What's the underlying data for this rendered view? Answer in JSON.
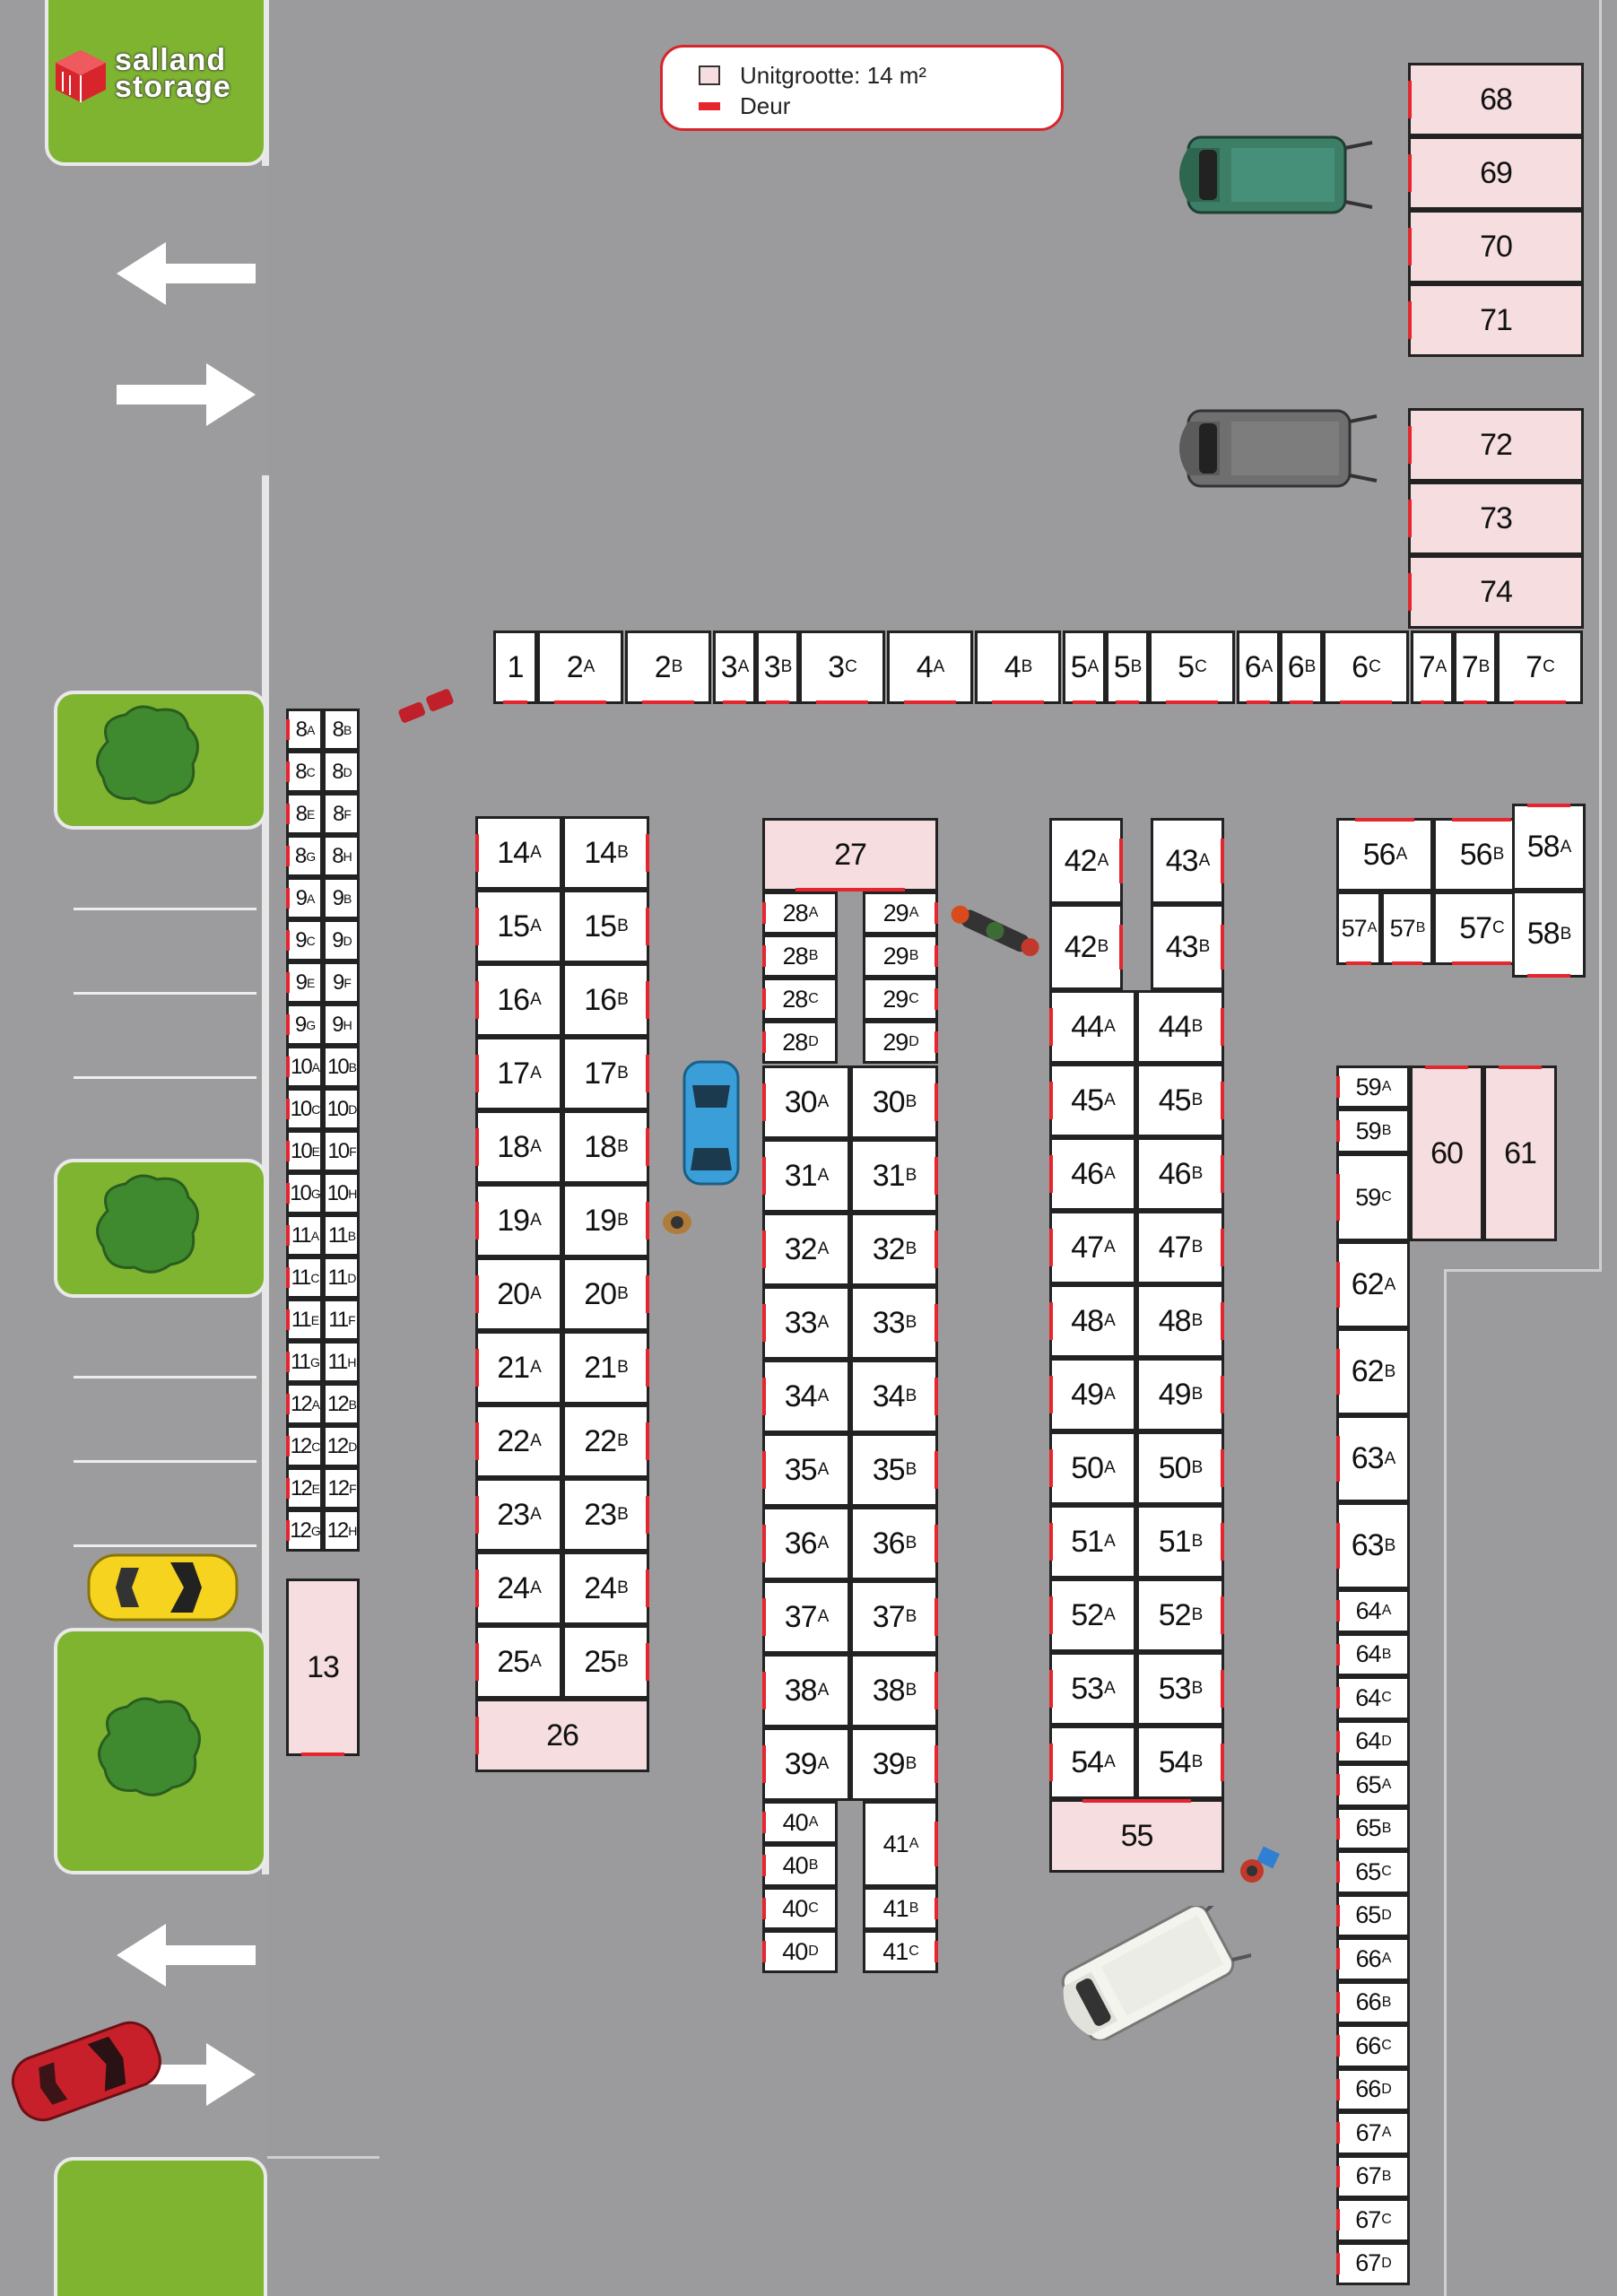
{
  "brand": {
    "logo_text": "salland storage"
  },
  "legend": {
    "unit_size_label": "Unitgrootte: 14 m²",
    "door_label": "Deur",
    "unit_color": "#f5dde0",
    "door_color": "#e6262f"
  },
  "units": [
    {
      "n": "1"
    },
    {
      "n": "2",
      "s": "A"
    },
    {
      "n": "2",
      "s": "B"
    },
    {
      "n": "3",
      "s": "A"
    },
    {
      "n": "3",
      "s": "B"
    },
    {
      "n": "3",
      "s": "C"
    },
    {
      "n": "4",
      "s": "A"
    },
    {
      "n": "4",
      "s": "B"
    },
    {
      "n": "5",
      "s": "A"
    },
    {
      "n": "5",
      "s": "B"
    },
    {
      "n": "5",
      "s": "C"
    },
    {
      "n": "6",
      "s": "A"
    },
    {
      "n": "6",
      "s": "B"
    },
    {
      "n": "6",
      "s": "C"
    },
    {
      "n": "7",
      "s": "A"
    },
    {
      "n": "7",
      "s": "B"
    },
    {
      "n": "7",
      "s": "C"
    },
    {
      "n": "8",
      "s": "A"
    },
    {
      "n": "8",
      "s": "B"
    },
    {
      "n": "8",
      "s": "C"
    },
    {
      "n": "8",
      "s": "D"
    },
    {
      "n": "8",
      "s": "E"
    },
    {
      "n": "8",
      "s": "F"
    },
    {
      "n": "8",
      "s": "G"
    },
    {
      "n": "8",
      "s": "H"
    },
    {
      "n": "9",
      "s": "A"
    },
    {
      "n": "9",
      "s": "B"
    },
    {
      "n": "9",
      "s": "C"
    },
    {
      "n": "9",
      "s": "D"
    },
    {
      "n": "9",
      "s": "E"
    },
    {
      "n": "9",
      "s": "F"
    },
    {
      "n": "9",
      "s": "G"
    },
    {
      "n": "9",
      "s": "H"
    },
    {
      "n": "10",
      "s": "A"
    },
    {
      "n": "10",
      "s": "B"
    },
    {
      "n": "10",
      "s": "C"
    },
    {
      "n": "10",
      "s": "D"
    },
    {
      "n": "10",
      "s": "E"
    },
    {
      "n": "10",
      "s": "F"
    },
    {
      "n": "10",
      "s": "G"
    },
    {
      "n": "10",
      "s": "H"
    },
    {
      "n": "11",
      "s": "A"
    },
    {
      "n": "11",
      "s": "B"
    },
    {
      "n": "11",
      "s": "C"
    },
    {
      "n": "11",
      "s": "D"
    },
    {
      "n": "11",
      "s": "E"
    },
    {
      "n": "11",
      "s": "F"
    },
    {
      "n": "11",
      "s": "G"
    },
    {
      "n": "11",
      "s": "H"
    },
    {
      "n": "12",
      "s": "A"
    },
    {
      "n": "12",
      "s": "B"
    },
    {
      "n": "12",
      "s": "C"
    },
    {
      "n": "12",
      "s": "D"
    },
    {
      "n": "12",
      "s": "E"
    },
    {
      "n": "12",
      "s": "F"
    },
    {
      "n": "12",
      "s": "G"
    },
    {
      "n": "12",
      "s": "H"
    },
    {
      "n": "13",
      "pink": true
    },
    {
      "n": "14",
      "s": "A"
    },
    {
      "n": "14",
      "s": "B"
    },
    {
      "n": "15",
      "s": "A"
    },
    {
      "n": "15",
      "s": "B"
    },
    {
      "n": "16",
      "s": "A"
    },
    {
      "n": "16",
      "s": "B"
    },
    {
      "n": "17",
      "s": "A"
    },
    {
      "n": "17",
      "s": "B"
    },
    {
      "n": "18",
      "s": "A"
    },
    {
      "n": "18",
      "s": "B"
    },
    {
      "n": "19",
      "s": "A"
    },
    {
      "n": "19",
      "s": "B"
    },
    {
      "n": "20",
      "s": "A"
    },
    {
      "n": "20",
      "s": "B"
    },
    {
      "n": "21",
      "s": "A"
    },
    {
      "n": "21",
      "s": "B"
    },
    {
      "n": "22",
      "s": "A"
    },
    {
      "n": "22",
      "s": "B"
    },
    {
      "n": "23",
      "s": "A"
    },
    {
      "n": "23",
      "s": "B"
    },
    {
      "n": "24",
      "s": "A"
    },
    {
      "n": "24",
      "s": "B"
    },
    {
      "n": "25",
      "s": "A"
    },
    {
      "n": "25",
      "s": "B"
    },
    {
      "n": "26",
      "pink": true
    },
    {
      "n": "27",
      "pink": true
    },
    {
      "n": "28",
      "s": "A"
    },
    {
      "n": "28",
      "s": "B"
    },
    {
      "n": "28",
      "s": "C"
    },
    {
      "n": "28",
      "s": "D"
    },
    {
      "n": "29",
      "s": "A"
    },
    {
      "n": "29",
      "s": "B"
    },
    {
      "n": "29",
      "s": "C"
    },
    {
      "n": "29",
      "s": "D"
    },
    {
      "n": "30",
      "s": "A"
    },
    {
      "n": "30",
      "s": "B"
    },
    {
      "n": "31",
      "s": "A"
    },
    {
      "n": "31",
      "s": "B"
    },
    {
      "n": "32",
      "s": "A"
    },
    {
      "n": "32",
      "s": "B"
    },
    {
      "n": "33",
      "s": "A"
    },
    {
      "n": "33",
      "s": "B"
    },
    {
      "n": "34",
      "s": "A"
    },
    {
      "n": "34",
      "s": "B"
    },
    {
      "n": "35",
      "s": "A"
    },
    {
      "n": "35",
      "s": "B"
    },
    {
      "n": "36",
      "s": "A"
    },
    {
      "n": "36",
      "s": "B"
    },
    {
      "n": "37",
      "s": "A"
    },
    {
      "n": "37",
      "s": "B"
    },
    {
      "n": "38",
      "s": "A"
    },
    {
      "n": "38",
      "s": "B"
    },
    {
      "n": "39",
      "s": "A"
    },
    {
      "n": "39",
      "s": "B"
    },
    {
      "n": "40",
      "s": "A"
    },
    {
      "n": "40",
      "s": "B"
    },
    {
      "n": "40",
      "s": "C"
    },
    {
      "n": "40",
      "s": "D"
    },
    {
      "n": "41",
      "s": "A"
    },
    {
      "n": "41",
      "s": "B"
    },
    {
      "n": "41",
      "s": "C"
    },
    {
      "n": "42",
      "s": "A"
    },
    {
      "n": "42",
      "s": "B"
    },
    {
      "n": "43",
      "s": "A"
    },
    {
      "n": "43",
      "s": "B"
    },
    {
      "n": "44",
      "s": "A"
    },
    {
      "n": "44",
      "s": "B"
    },
    {
      "n": "45",
      "s": "A"
    },
    {
      "n": "45",
      "s": "B"
    },
    {
      "n": "46",
      "s": "A"
    },
    {
      "n": "46",
      "s": "B"
    },
    {
      "n": "47",
      "s": "A"
    },
    {
      "n": "47",
      "s": "B"
    },
    {
      "n": "48",
      "s": "A"
    },
    {
      "n": "48",
      "s": "B"
    },
    {
      "n": "49",
      "s": "A"
    },
    {
      "n": "49",
      "s": "B"
    },
    {
      "n": "50",
      "s": "A"
    },
    {
      "n": "50",
      "s": "B"
    },
    {
      "n": "51",
      "s": "A"
    },
    {
      "n": "51",
      "s": "B"
    },
    {
      "n": "52",
      "s": "A"
    },
    {
      "n": "52",
      "s": "B"
    },
    {
      "n": "53",
      "s": "A"
    },
    {
      "n": "53",
      "s": "B"
    },
    {
      "n": "54",
      "s": "A"
    },
    {
      "n": "54",
      "s": "B"
    },
    {
      "n": "55",
      "pink": true
    },
    {
      "n": "56",
      "s": "A"
    },
    {
      "n": "56",
      "s": "B"
    },
    {
      "n": "57",
      "s": "A"
    },
    {
      "n": "57",
      "s": "B"
    },
    {
      "n": "57",
      "s": "C"
    },
    {
      "n": "58",
      "s": "A"
    },
    {
      "n": "58",
      "s": "B"
    },
    {
      "n": "59",
      "s": "A"
    },
    {
      "n": "59",
      "s": "B"
    },
    {
      "n": "59",
      "s": "C"
    },
    {
      "n": "60",
      "pink": true
    },
    {
      "n": "61",
      "pink": true
    },
    {
      "n": "62",
      "s": "A"
    },
    {
      "n": "62",
      "s": "B"
    },
    {
      "n": "63",
      "s": "A"
    },
    {
      "n": "63",
      "s": "B"
    },
    {
      "n": "64",
      "s": "A"
    },
    {
      "n": "64",
      "s": "B"
    },
    {
      "n": "64",
      "s": "C"
    },
    {
      "n": "64",
      "s": "D"
    },
    {
      "n": "65",
      "s": "A"
    },
    {
      "n": "65",
      "s": "B"
    },
    {
      "n": "65",
      "s": "C"
    },
    {
      "n": "65",
      "s": "D"
    },
    {
      "n": "66",
      "s": "A"
    },
    {
      "n": "66",
      "s": "B"
    },
    {
      "n": "66",
      "s": "C"
    },
    {
      "n": "66",
      "s": "D"
    },
    {
      "n": "67",
      "s": "A"
    },
    {
      "n": "67",
      "s": "B"
    },
    {
      "n": "67",
      "s": "C"
    },
    {
      "n": "67",
      "s": "D"
    },
    {
      "n": "68",
      "pink": true
    },
    {
      "n": "69",
      "pink": true
    },
    {
      "n": "70",
      "pink": true
    },
    {
      "n": "71",
      "pink": true
    },
    {
      "n": "72",
      "pink": true
    },
    {
      "n": "73",
      "pink": true
    },
    {
      "n": "74",
      "pink": true
    }
  ],
  "vehicles": [
    {
      "name": "green-van",
      "color": "#3d7f66"
    },
    {
      "name": "grey-van",
      "color": "#6f6f6f"
    },
    {
      "name": "blue-car",
      "color": "#3a9fd8"
    },
    {
      "name": "yellow-car",
      "color": "#f5d31e"
    },
    {
      "name": "red-car",
      "color": "#c8202a"
    },
    {
      "name": "white-van",
      "color": "#f4f4ef"
    }
  ]
}
